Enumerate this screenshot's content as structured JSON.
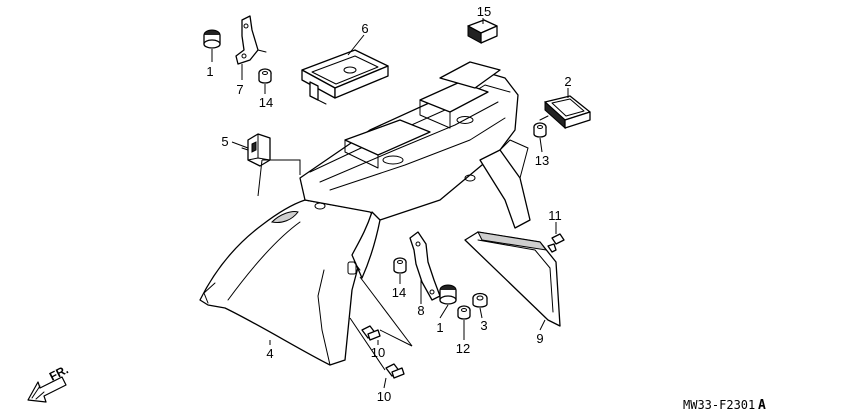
{
  "diagram": {
    "callouts": [
      "1",
      "7",
      "14",
      "6",
      "15",
      "2",
      "5",
      "13",
      "11",
      "14",
      "8",
      "1",
      "3",
      "12",
      "9",
      "4",
      "10",
      "10"
    ],
    "direction_label": "FR.",
    "drawing_code": "MW33-F2301",
    "drawing_suffix": "A"
  }
}
